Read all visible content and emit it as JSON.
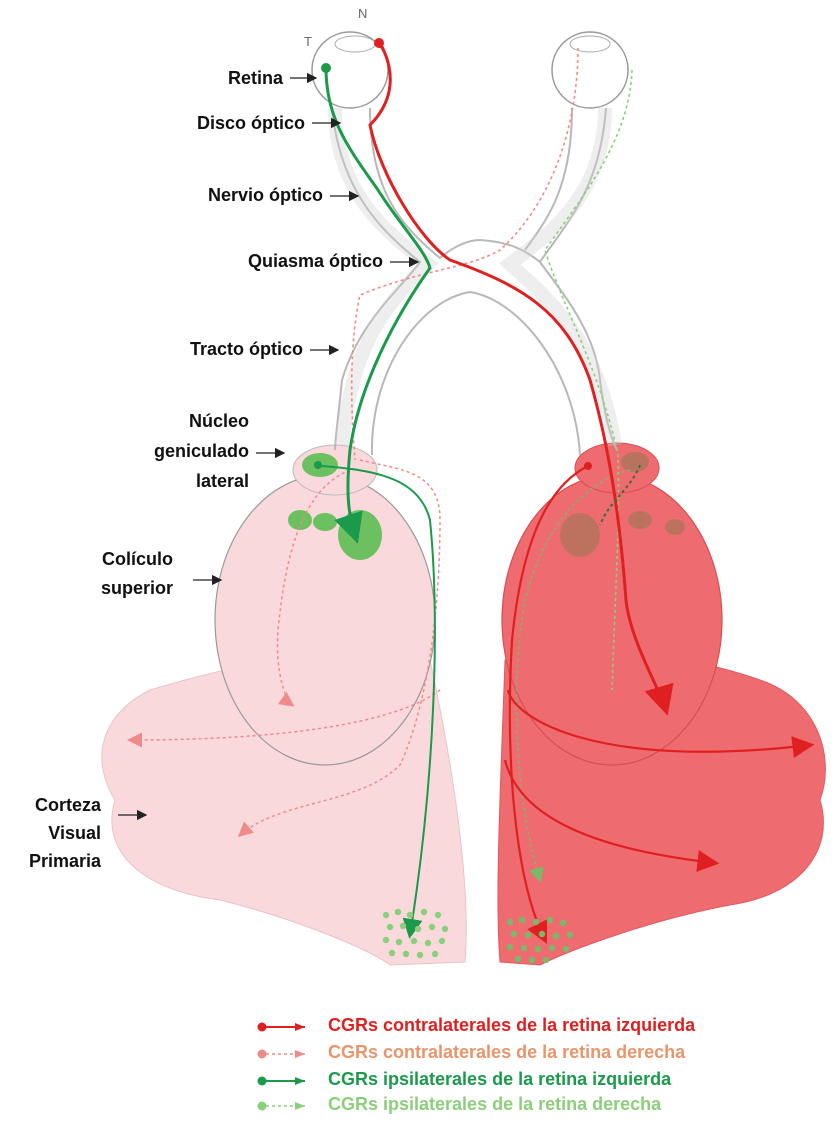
{
  "eye_markers": {
    "temporal": "T",
    "nasal": "N"
  },
  "structures": {
    "retina": "Retina",
    "disco": "Disco óptico",
    "nervio": "Nervio óptico",
    "quiasma": "Quiasma óptico",
    "tracto": "Tracto óptico",
    "ngl_1": "Núcleo",
    "ngl_2": "geniculado",
    "ngl_3": "lateral",
    "coliculo_1": "Colículo",
    "coliculo_2": "superior",
    "corteza_1": "Corteza",
    "corteza_2": "Visual",
    "corteza_3": "Primaria"
  },
  "legend": [
    {
      "label": "CGRs contralaterales de la retina izquierda",
      "color": "#e02020",
      "line": "solid"
    },
    {
      "label": "CGRs contralaterales de la retina derecha",
      "color": "#e8956a",
      "line": "dotted"
    },
    {
      "label": "CGRs ipsilaterales de la retina izquierda",
      "color": "#1a9a4a",
      "line": "solid"
    },
    {
      "label": "CGRs ipsilaterales de la retina derecha",
      "color": "#8ccf7a",
      "line": "dotted"
    }
  ],
  "colors": {
    "left_hemisphere": "#f9d9dc",
    "right_hemisphere": "#ee6b6f",
    "red_axon": "#e02020",
    "green_axon": "#1a9a4a",
    "pink_dotted": "#f08a8a",
    "light_green_dotted": "#8ccf7a"
  }
}
